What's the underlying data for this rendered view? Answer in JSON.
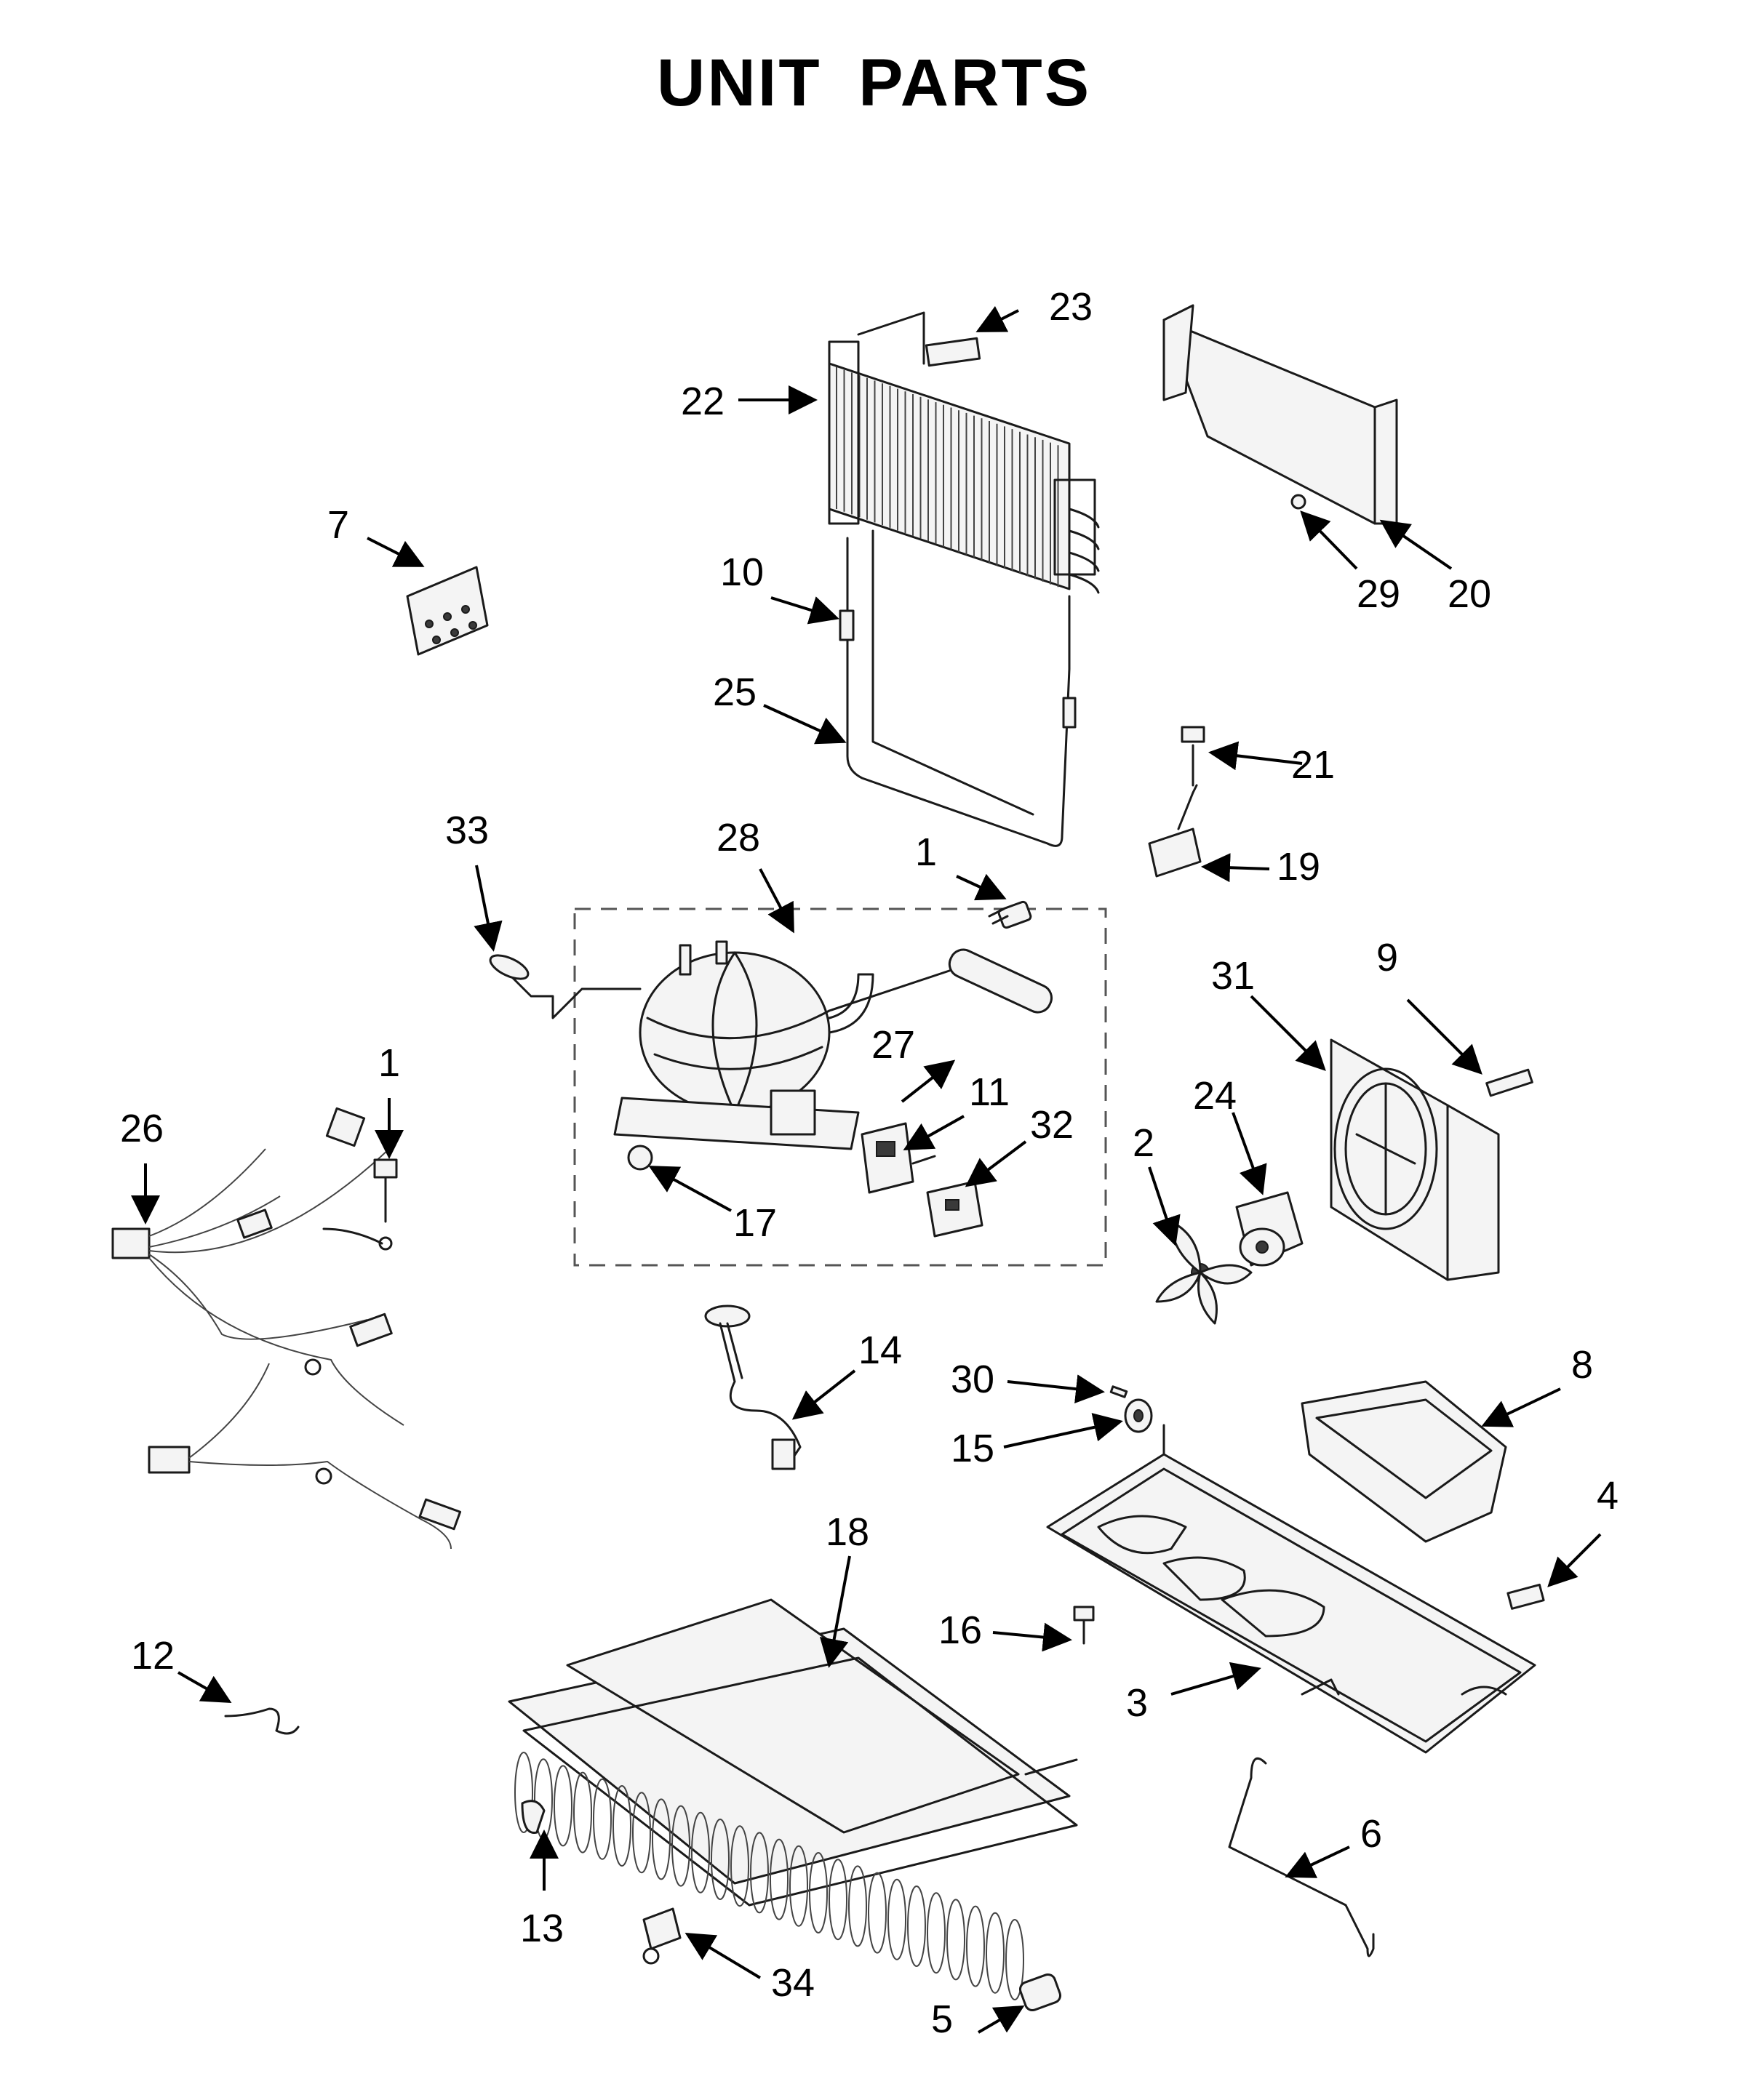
{
  "title": "UNIT PARTS",
  "colors": {
    "line": "#1a1a1a",
    "background": "#ffffff",
    "part_fill": "#f4f4f4"
  },
  "callouts": [
    "23",
    "22",
    "7",
    "10",
    "29",
    "20",
    "25",
    "21",
    "33",
    "28",
    "1",
    "19",
    "31",
    "9",
    "27",
    "11",
    "32",
    "24",
    "26",
    "1",
    "2",
    "17",
    "14",
    "8",
    "30",
    "15",
    "4",
    "18",
    "16",
    "3",
    "12",
    "6",
    "13",
    "34",
    "5"
  ],
  "parts": [
    "condenser",
    "fan-shroud",
    "compressor",
    "drier",
    "start-relay",
    "relay-cover",
    "evaporator",
    "base-pan",
    "drain-pan",
    "wiring-harness",
    "fan-blade",
    "fan-motor",
    "drain-tube",
    "hanger-wire"
  ]
}
